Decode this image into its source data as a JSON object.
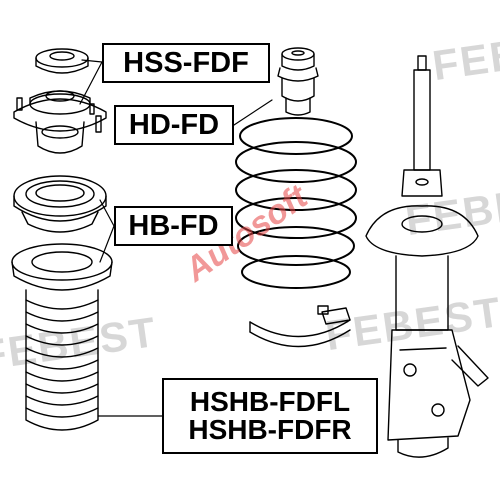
{
  "labels": {
    "hss": "HSS-FDF",
    "hd": "HD-FD",
    "hb": "HB-FD",
    "hshb_l": "HSHB-FDFL",
    "hshb_r": "HSHB-FDFR"
  },
  "watermark": {
    "text": "Autosoft",
    "color": "#e64545"
  },
  "brand_mark": "FEBEST",
  "colors": {
    "line": "#000000",
    "background": "#ffffff",
    "brand_watermark": "#d7d7d7"
  }
}
